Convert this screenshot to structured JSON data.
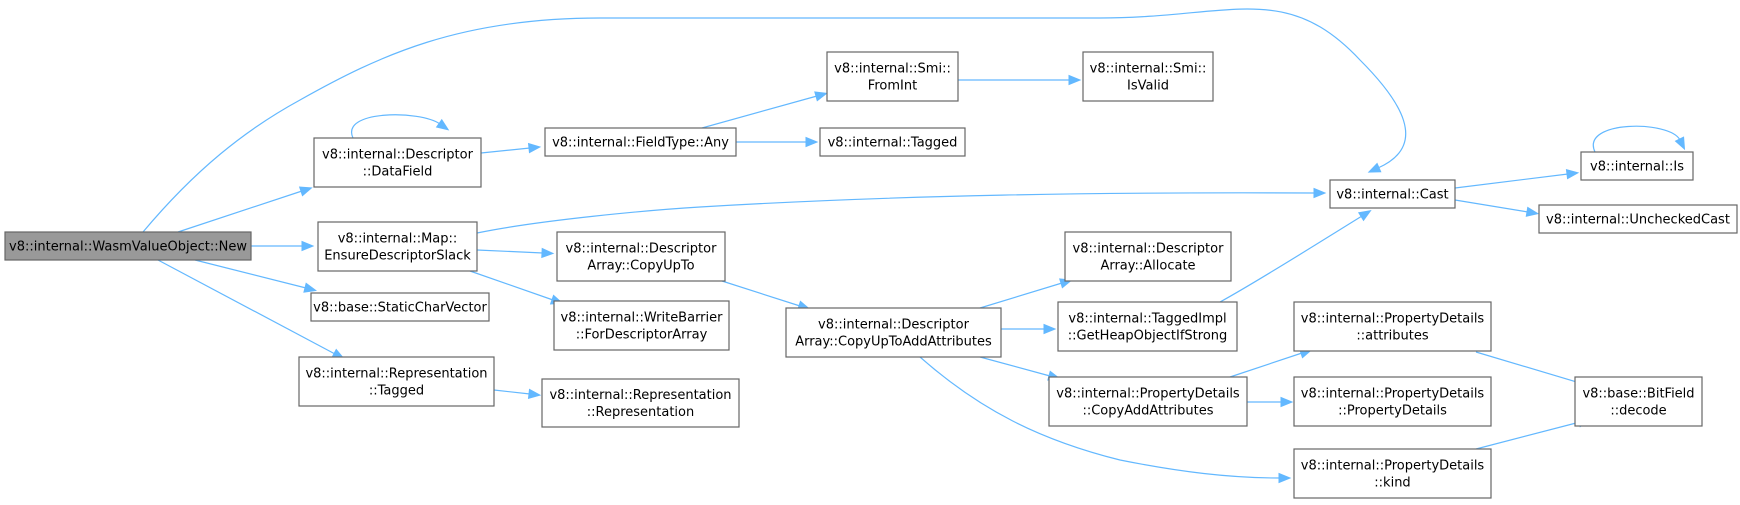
{
  "diagram": {
    "nodes": [
      {
        "id": "n0",
        "lines": [
          "v8::internal::WasmValueObject::New"
        ],
        "root": true
      },
      {
        "id": "n1",
        "lines": [
          "v8::internal::Descriptor",
          "::DataField"
        ]
      },
      {
        "id": "n2",
        "lines": [
          "v8::internal::Map::",
          "EnsureDescriptorSlack"
        ]
      },
      {
        "id": "n3",
        "lines": [
          "v8::base::StaticCharVector"
        ]
      },
      {
        "id": "n4",
        "lines": [
          "v8::internal::Representation",
          "::Tagged"
        ]
      },
      {
        "id": "n5",
        "lines": [
          "v8::internal::FieldType::Any"
        ]
      },
      {
        "id": "n6",
        "lines": [
          "v8::internal::Smi::",
          "FromInt"
        ]
      },
      {
        "id": "n7",
        "lines": [
          "v8::internal::Smi::",
          "IsValid"
        ]
      },
      {
        "id": "n8",
        "lines": [
          "v8::internal::Tagged"
        ]
      },
      {
        "id": "n9",
        "lines": [
          "v8::internal::Cast"
        ]
      },
      {
        "id": "n10",
        "lines": [
          "v8::internal::Is"
        ]
      },
      {
        "id": "n11",
        "lines": [
          "v8::internal::UncheckedCast"
        ]
      },
      {
        "id": "n12",
        "lines": [
          "v8::internal::Descriptor",
          "Array::CopyUpTo"
        ]
      },
      {
        "id": "n13",
        "lines": [
          "v8::internal::WriteBarrier",
          "::ForDescriptorArray"
        ]
      },
      {
        "id": "n14",
        "lines": [
          "v8::internal::Descriptor",
          "Array::CopyUpToAddAttributes"
        ]
      },
      {
        "id": "n15",
        "lines": [
          "v8::internal::Descriptor",
          "Array::Allocate"
        ]
      },
      {
        "id": "n16",
        "lines": [
          "v8::internal::TaggedImpl",
          "::GetHeapObjectIfStrong"
        ]
      },
      {
        "id": "n17",
        "lines": [
          "v8::internal::PropertyDetails",
          "::CopyAddAttributes"
        ]
      },
      {
        "id": "n18",
        "lines": [
          "v8::internal::PropertyDetails",
          "::attributes"
        ]
      },
      {
        "id": "n19",
        "lines": [
          "v8::internal::PropertyDetails",
          "::PropertyDetails"
        ]
      },
      {
        "id": "n20",
        "lines": [
          "v8::internal::PropertyDetails",
          "::kind"
        ]
      },
      {
        "id": "n21",
        "lines": [
          "v8::base::BitField",
          "::decode"
        ]
      },
      {
        "id": "n22",
        "lines": [
          "v8::internal::Representation",
          "::Representation"
        ]
      }
    ],
    "edges": [
      {
        "from": "n0",
        "to": "n1"
      },
      {
        "from": "n0",
        "to": "n9"
      },
      {
        "from": "n0",
        "to": "n2"
      },
      {
        "from": "n0",
        "to": "n3"
      },
      {
        "from": "n0",
        "to": "n4"
      },
      {
        "from": "n1",
        "to": "n1"
      },
      {
        "from": "n1",
        "to": "n5"
      },
      {
        "from": "n5",
        "to": "n6"
      },
      {
        "from": "n5",
        "to": "n8"
      },
      {
        "from": "n6",
        "to": "n7"
      },
      {
        "from": "n2",
        "to": "n9"
      },
      {
        "from": "n2",
        "to": "n12"
      },
      {
        "from": "n2",
        "to": "n13"
      },
      {
        "from": "n12",
        "to": "n14"
      },
      {
        "from": "n14",
        "to": "n15"
      },
      {
        "from": "n14",
        "to": "n16"
      },
      {
        "from": "n14",
        "to": "n17"
      },
      {
        "from": "n14",
        "to": "n20"
      },
      {
        "from": "n16",
        "to": "n9"
      },
      {
        "from": "n9",
        "to": "n10"
      },
      {
        "from": "n9",
        "to": "n11"
      },
      {
        "from": "n10",
        "to": "n10"
      },
      {
        "from": "n17",
        "to": "n18"
      },
      {
        "from": "n17",
        "to": "n19"
      },
      {
        "from": "n18",
        "to": "n21"
      },
      {
        "from": "n20",
        "to": "n21"
      },
      {
        "from": "n4",
        "to": "n22"
      }
    ]
  }
}
